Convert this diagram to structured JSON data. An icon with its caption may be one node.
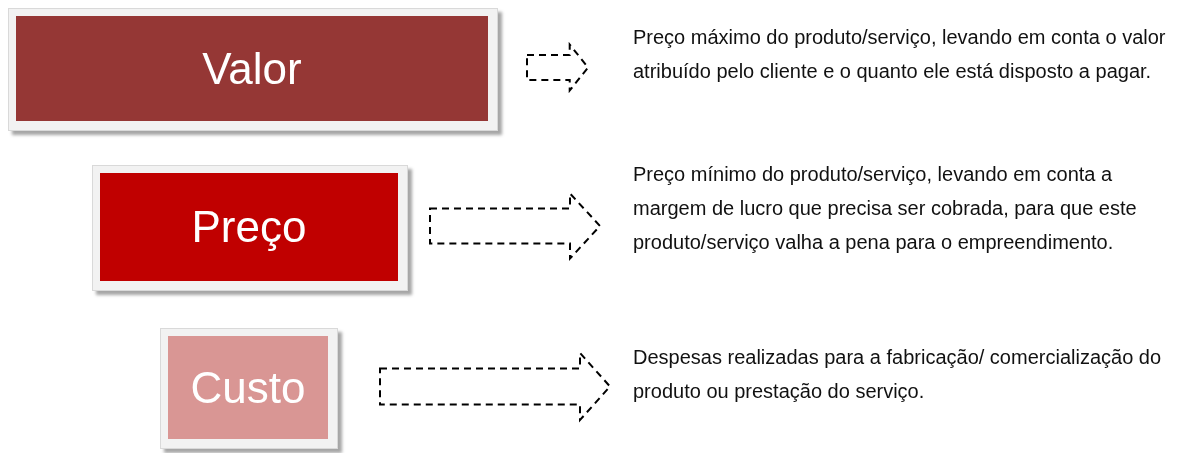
{
  "diagram": {
    "nodes": [
      {
        "text": [
          "Valor"
        ]
      },
      {
        "text": [
          "Preço máximo do produto/serviço, levando em conta o valor atribuído pelo cliente e o quanto ele está disposto a pagar."
        ]
      },
      {
        "text": [
          "Preço"
        ]
      },
      {
        "text": [
          "Preço mínimo do produto/serviço, levando em conta a margem de lucro que precisa ser cobrada, para que este produto/serviço valha a pena para o empreendimento."
        ]
      },
      {
        "text": [
          "Custo"
        ]
      },
      {
        "text": [
          "Despesas realizadas para a fabricação/ comercialização do produto ou prestação do serviço."
        ]
      }
    ],
    "edges": [
      {
        "from": 0,
        "to": 1,
        "arrow": "to",
        "style": "dashed"
      },
      {
        "from": 2,
        "to": 3,
        "arrow": "to",
        "style": "dashed"
      },
      {
        "from": 4,
        "to": 5,
        "arrow": "to",
        "style": "dashed"
      }
    ]
  }
}
